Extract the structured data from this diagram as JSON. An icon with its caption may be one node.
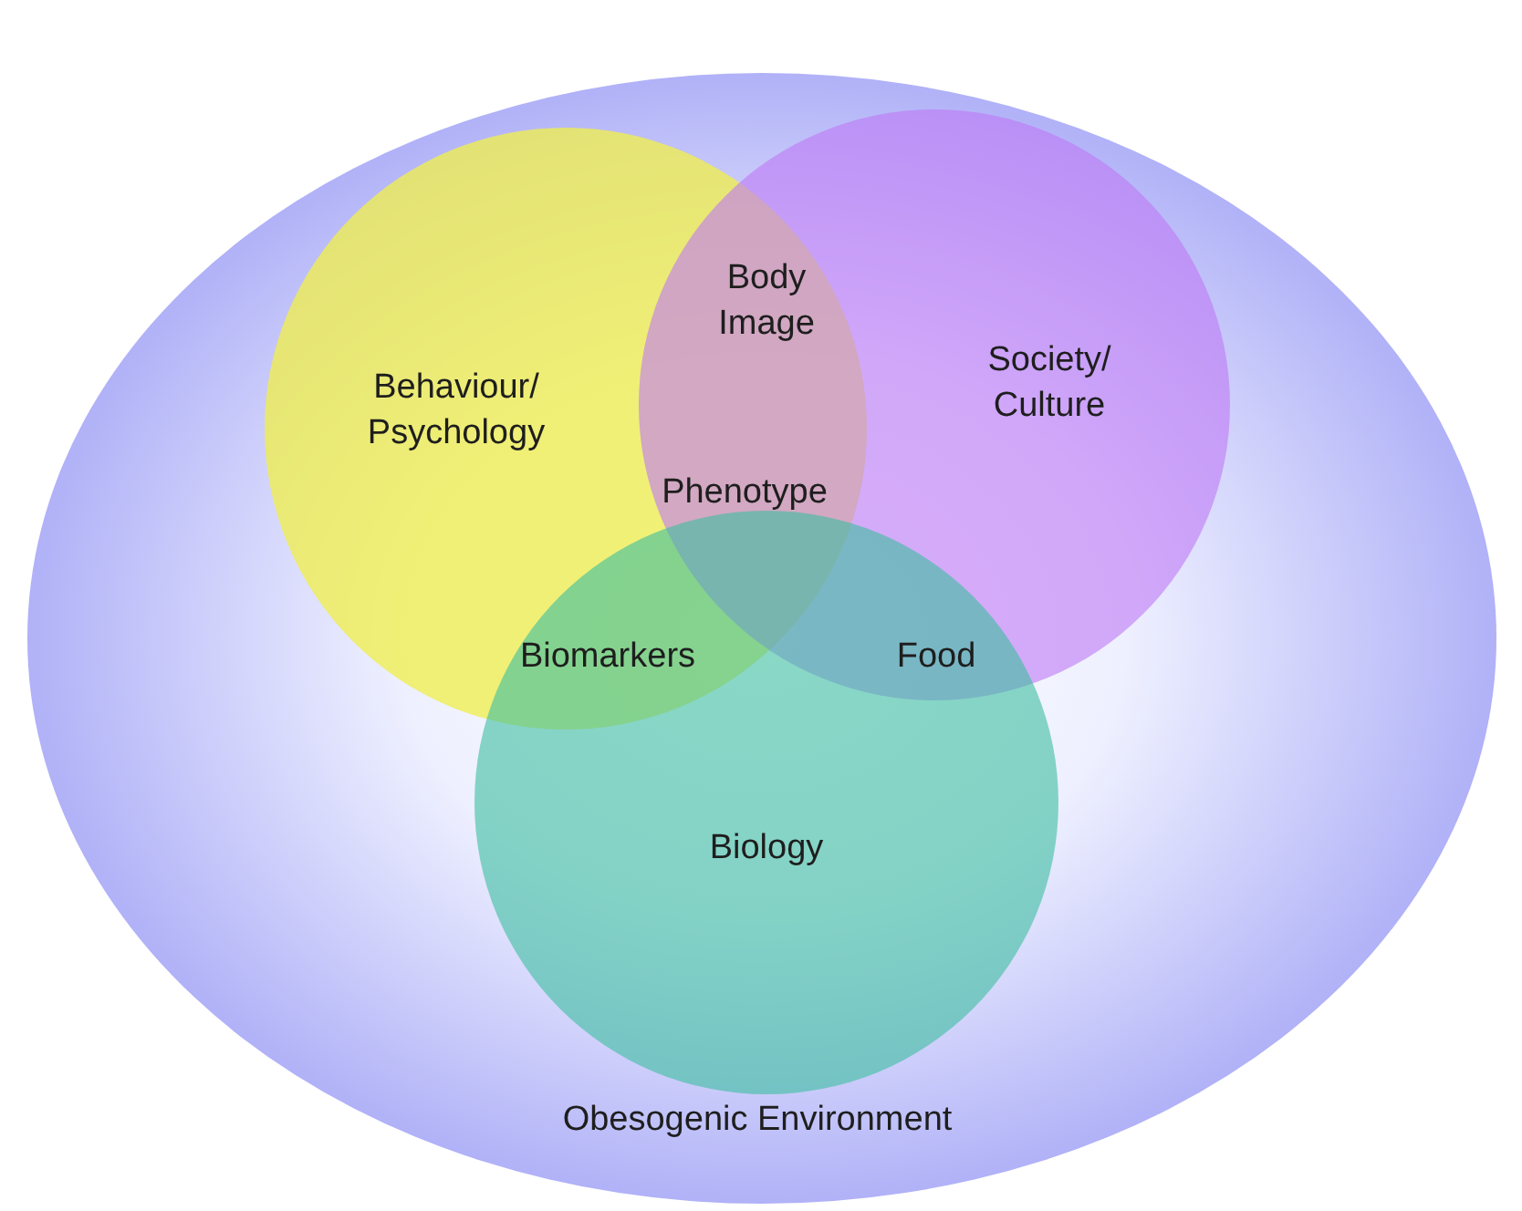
{
  "diagram": {
    "nodes": [
      {
        "text": [
          "Obesogenic Environment"
        ]
      },
      {
        "text": [
          "Behaviour/ Psychology"
        ],
        "in": 0
      },
      {
        "text": [
          "Society/ Culture"
        ],
        "in": 0
      },
      {
        "text": [
          "Biology"
        ],
        "in": 0
      }
    ],
    "labels": [
      "Body Image",
      "Phenotype",
      "Biomarkers",
      "Food"
    ]
  }
}
